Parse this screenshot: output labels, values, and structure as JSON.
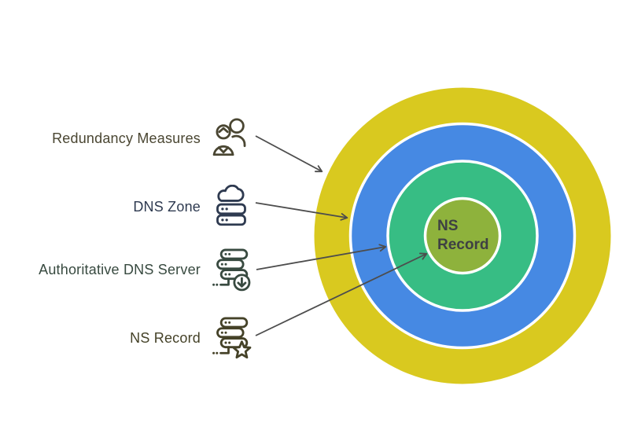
{
  "diagram": {
    "title_hint": "Concentric DNS concept diagram",
    "background": "#ffffff",
    "arrow_color": "#4d4d4d",
    "rings": [
      {
        "name": "Redundancy Measures",
        "color": "#d9c91f"
      },
      {
        "name": "DNS Zone",
        "color": "#4689e3"
      },
      {
        "name": "Authoritative DNS Server",
        "color": "#37bd84"
      },
      {
        "name": "NS Record",
        "color": "#8eb23c"
      }
    ],
    "center_label": {
      "line1": "NS",
      "line2": "Record",
      "color": "#3e4043"
    }
  },
  "labels": [
    {
      "text": "Redundancy Measures",
      "icon": "people-icon",
      "color": "#4a4632"
    },
    {
      "text": "DNS Zone",
      "icon": "cloud-server-icon",
      "color": "#2e3a50"
    },
    {
      "text": "Authoritative DNS Server",
      "icon": "server-download-icon",
      "color": "#384a40"
    },
    {
      "text": "NS Record",
      "icon": "server-star-icon",
      "color": "#454228"
    }
  ]
}
